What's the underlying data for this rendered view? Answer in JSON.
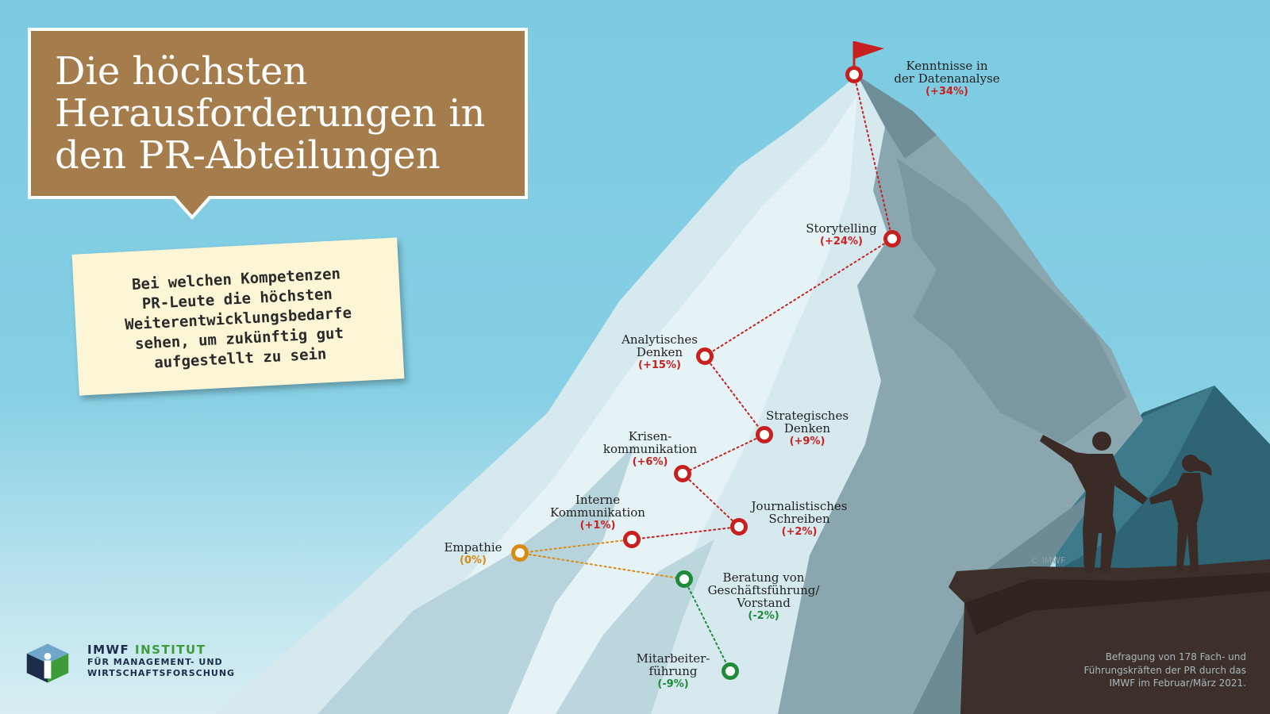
{
  "title": {
    "lines": [
      "Die höchsten",
      "Herausforderungen in",
      "den PR-Abteilungen"
    ]
  },
  "question": {
    "lines": [
      "Bei welchen Kompetenzen",
      "PR-Leute die höchsten",
      "Weiterentwicklungsbedarfe",
      "sehen, um zukünftig gut",
      "aufgestellt zu sein"
    ]
  },
  "competencies": [
    {
      "name": [
        "Kenntnisse in",
        "der Datenanalyse"
      ],
      "value": "(+34%)",
      "change": 34,
      "status": "positive"
    },
    {
      "name": [
        "Storytelling"
      ],
      "value": "(+24%)",
      "change": 24,
      "status": "positive"
    },
    {
      "name": [
        "Analytisches",
        "Denken"
      ],
      "value": "(+15%)",
      "change": 15,
      "status": "positive"
    },
    {
      "name": [
        "Strategisches",
        "Denken"
      ],
      "value": "(+9%)",
      "change": 9,
      "status": "positive"
    },
    {
      "name": [
        "Krisen-",
        "kommunikation"
      ],
      "value": "(+6%)",
      "change": 6,
      "status": "positive"
    },
    {
      "name": [
        "Journalistisches",
        "Schreiben"
      ],
      "value": "(+2%)",
      "change": 2,
      "status": "positive"
    },
    {
      "name": [
        "Interne",
        "Kommunikation"
      ],
      "value": "(+1%)",
      "change": 1,
      "status": "positive"
    },
    {
      "name": [
        "Empathie"
      ],
      "value": "(0%)",
      "change": 0,
      "status": "neutral"
    },
    {
      "name": [
        "Beratung von",
        "Geschäftsführung/",
        "Vorstand"
      ],
      "value": "(-2%)",
      "change": -2,
      "status": "negative"
    },
    {
      "name": [
        "Mitarbeiter-",
        "führung"
      ],
      "value": "(-9%)",
      "change": -9,
      "status": "negative"
    }
  ],
  "colors": {
    "positive": "#c8201f",
    "neutral": "#d98a12",
    "negative": "#1f8a3b",
    "title_bg": "#a57c4c",
    "sky": "#7ccbe2"
  },
  "logo": {
    "name_part1": "IMWF",
    "name_part2": "INSTITUT",
    "line2": "FÜR MANAGEMENT- UND",
    "line3": "WIRTSCHAFTSFORSCHUNG",
    "icon": "cube-logo-icon"
  },
  "source": {
    "lines": [
      "Befragung von 178 Fach- und",
      "Führungskräften der PR durch das",
      "IMWF im Februar/März 2021."
    ]
  },
  "copyright": "© IMWF"
}
